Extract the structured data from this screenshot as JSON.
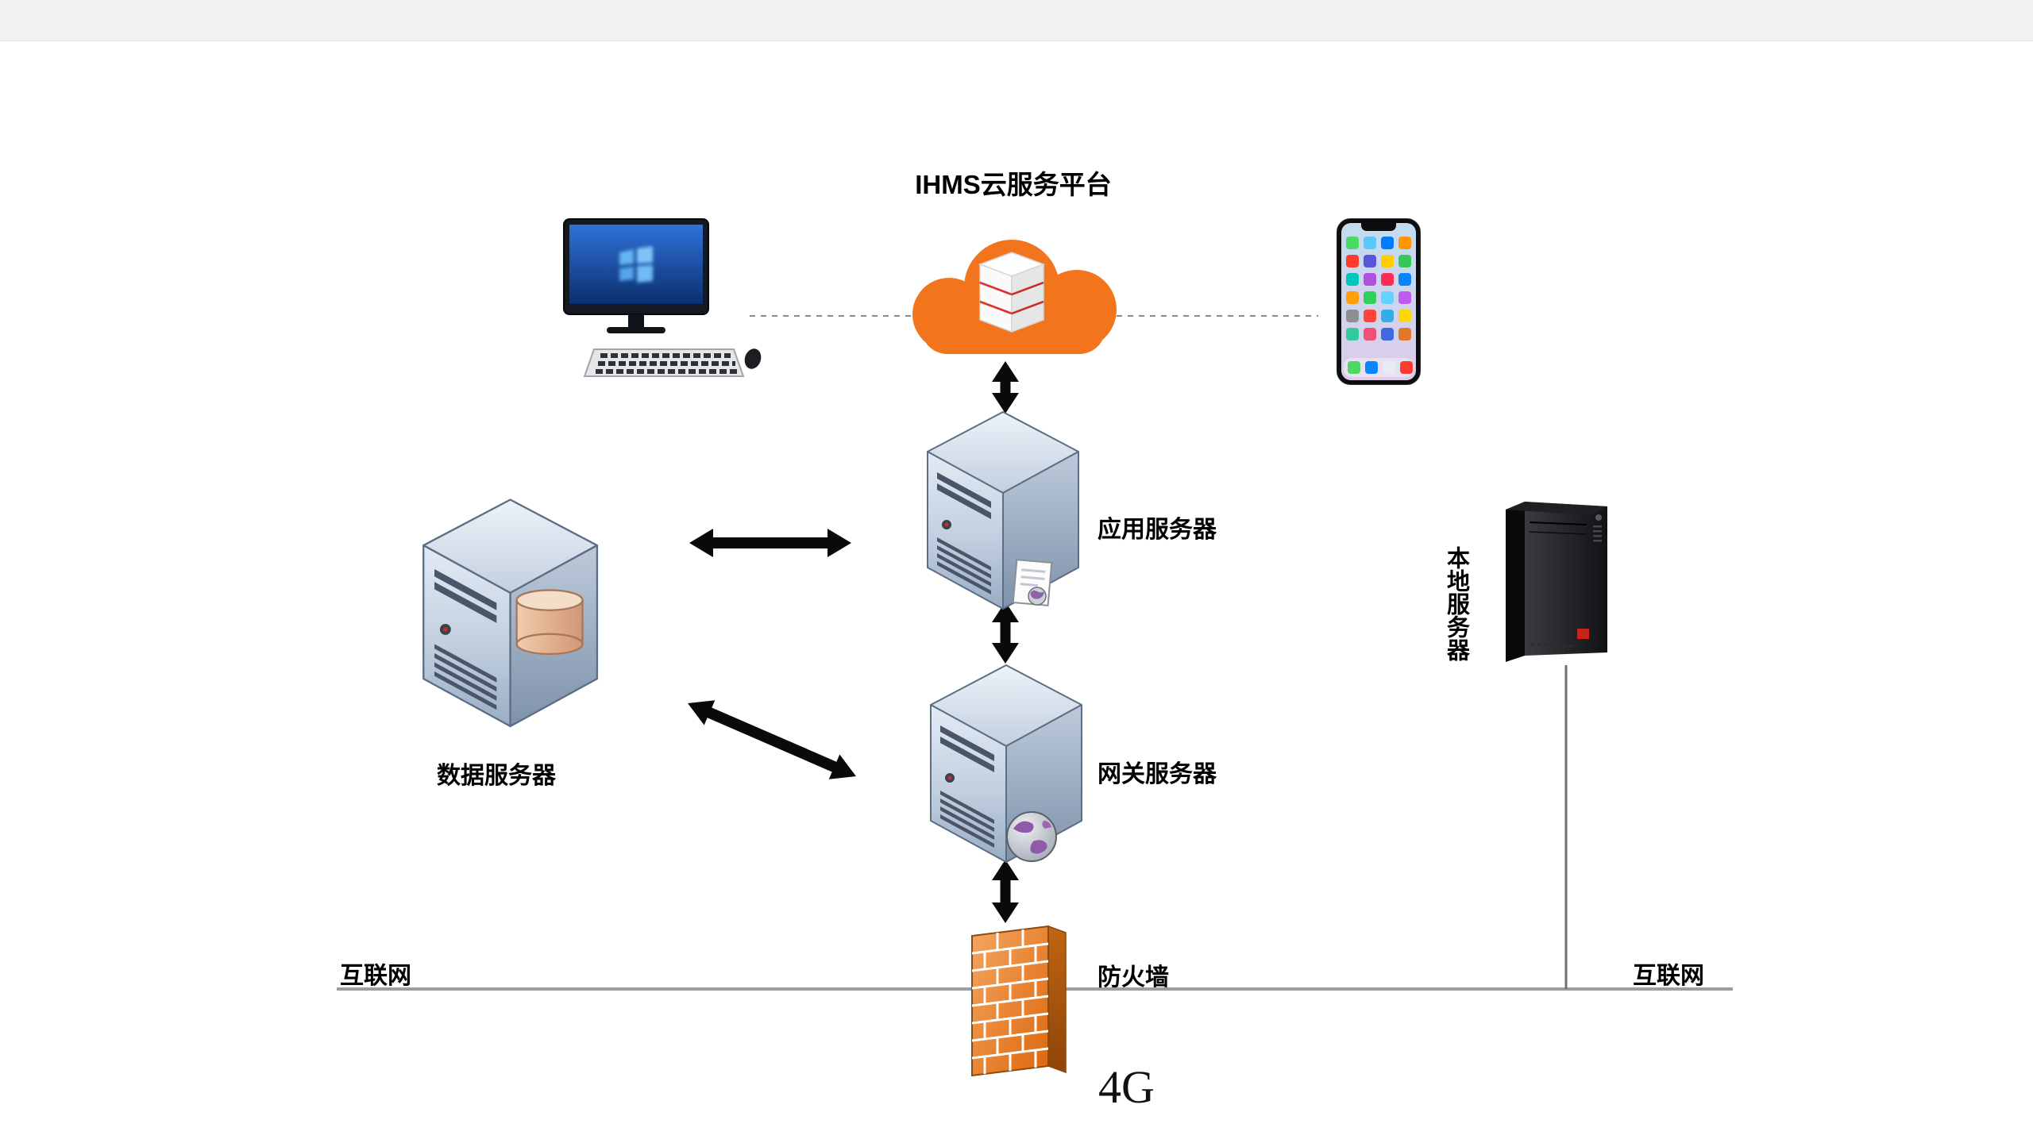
{
  "page": {
    "background_color": "#ffffff",
    "top_strip_color": "#f0f1f3"
  },
  "diagram": {
    "title": "IHMS云服务平台",
    "labels": {
      "app_server": "应用服务器",
      "gateway_server": "网关服务器",
      "data_server": "数据服务器",
      "local_server": "本地服务器",
      "firewall": "防火墙",
      "internet_left": "互联网",
      "internet_right": "互联网",
      "network_4g": "4G"
    },
    "colors": {
      "cloud_orange": "#f2751d",
      "firewall_orange": "#e8751a",
      "arrow_black": "#0a0a0a",
      "line_gray": "#9c9ea0"
    },
    "nodes": [
      {
        "id": "desktop-client",
        "type": "desktop-computer"
      },
      {
        "id": "cloud-platform",
        "type": "cloud-server",
        "label": "IHMS云服务平台"
      },
      {
        "id": "mobile-client",
        "type": "smartphone"
      },
      {
        "id": "app-server",
        "type": "server-tower",
        "label": "应用服务器"
      },
      {
        "id": "gateway-server",
        "type": "server-tower-globe",
        "label": "网关服务器"
      },
      {
        "id": "data-server",
        "type": "server-tower-database",
        "label": "数据服务器"
      },
      {
        "id": "local-server",
        "type": "tower-pc",
        "label": "本地服务器"
      },
      {
        "id": "firewall",
        "type": "brick-wall",
        "label": "防火墙"
      }
    ],
    "connections": [
      {
        "from": "desktop-client",
        "to": "cloud-platform",
        "style": "dashed-line"
      },
      {
        "from": "cloud-platform",
        "to": "mobile-client",
        "style": "dashed-line"
      },
      {
        "from": "cloud-platform",
        "to": "app-server",
        "style": "double-arrow"
      },
      {
        "from": "data-server",
        "to": "app-server",
        "style": "double-arrow"
      },
      {
        "from": "app-server",
        "to": "gateway-server",
        "style": "double-arrow"
      },
      {
        "from": "data-server",
        "to": "gateway-server",
        "style": "double-arrow"
      },
      {
        "from": "gateway-server",
        "to": "firewall",
        "style": "double-arrow"
      },
      {
        "from": "local-server",
        "to": "internet-line",
        "style": "line"
      },
      {
        "from": "internet-left",
        "to": "internet-right",
        "style": "internet-backbone-line"
      }
    ]
  }
}
